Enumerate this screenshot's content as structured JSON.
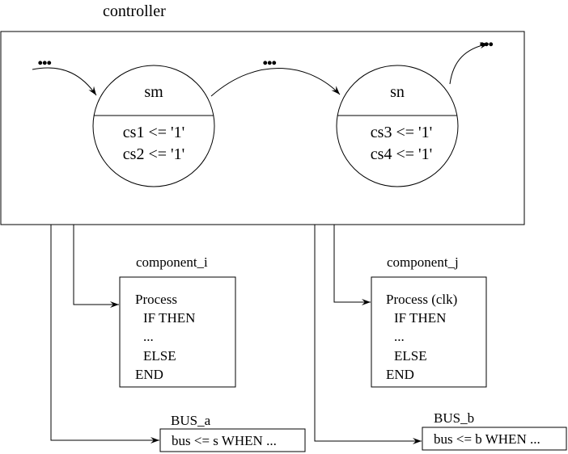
{
  "controller": {
    "title": "controller",
    "states": [
      {
        "name": "sm",
        "actions": [
          "cs1 <= '1'",
          "cs2 <= '1'"
        ]
      },
      {
        "name": "sn",
        "actions": [
          "cs3 <= '1'",
          "cs4 <= '1'"
        ]
      }
    ],
    "ellipsis": "..."
  },
  "components": [
    {
      "name": "component_i",
      "code": [
        "Process",
        "IF THEN",
        "...",
        "ELSE",
        "END"
      ]
    },
    {
      "name": "component_j",
      "code": [
        "Process (clk)",
        "IF THEN",
        "...",
        "ELSE",
        "END"
      ]
    }
  ],
  "buses": [
    {
      "name": "BUS_a",
      "code": "bus <= s WHEN ..."
    },
    {
      "name": "BUS_b",
      "code": "bus <= b WHEN ..."
    }
  ]
}
